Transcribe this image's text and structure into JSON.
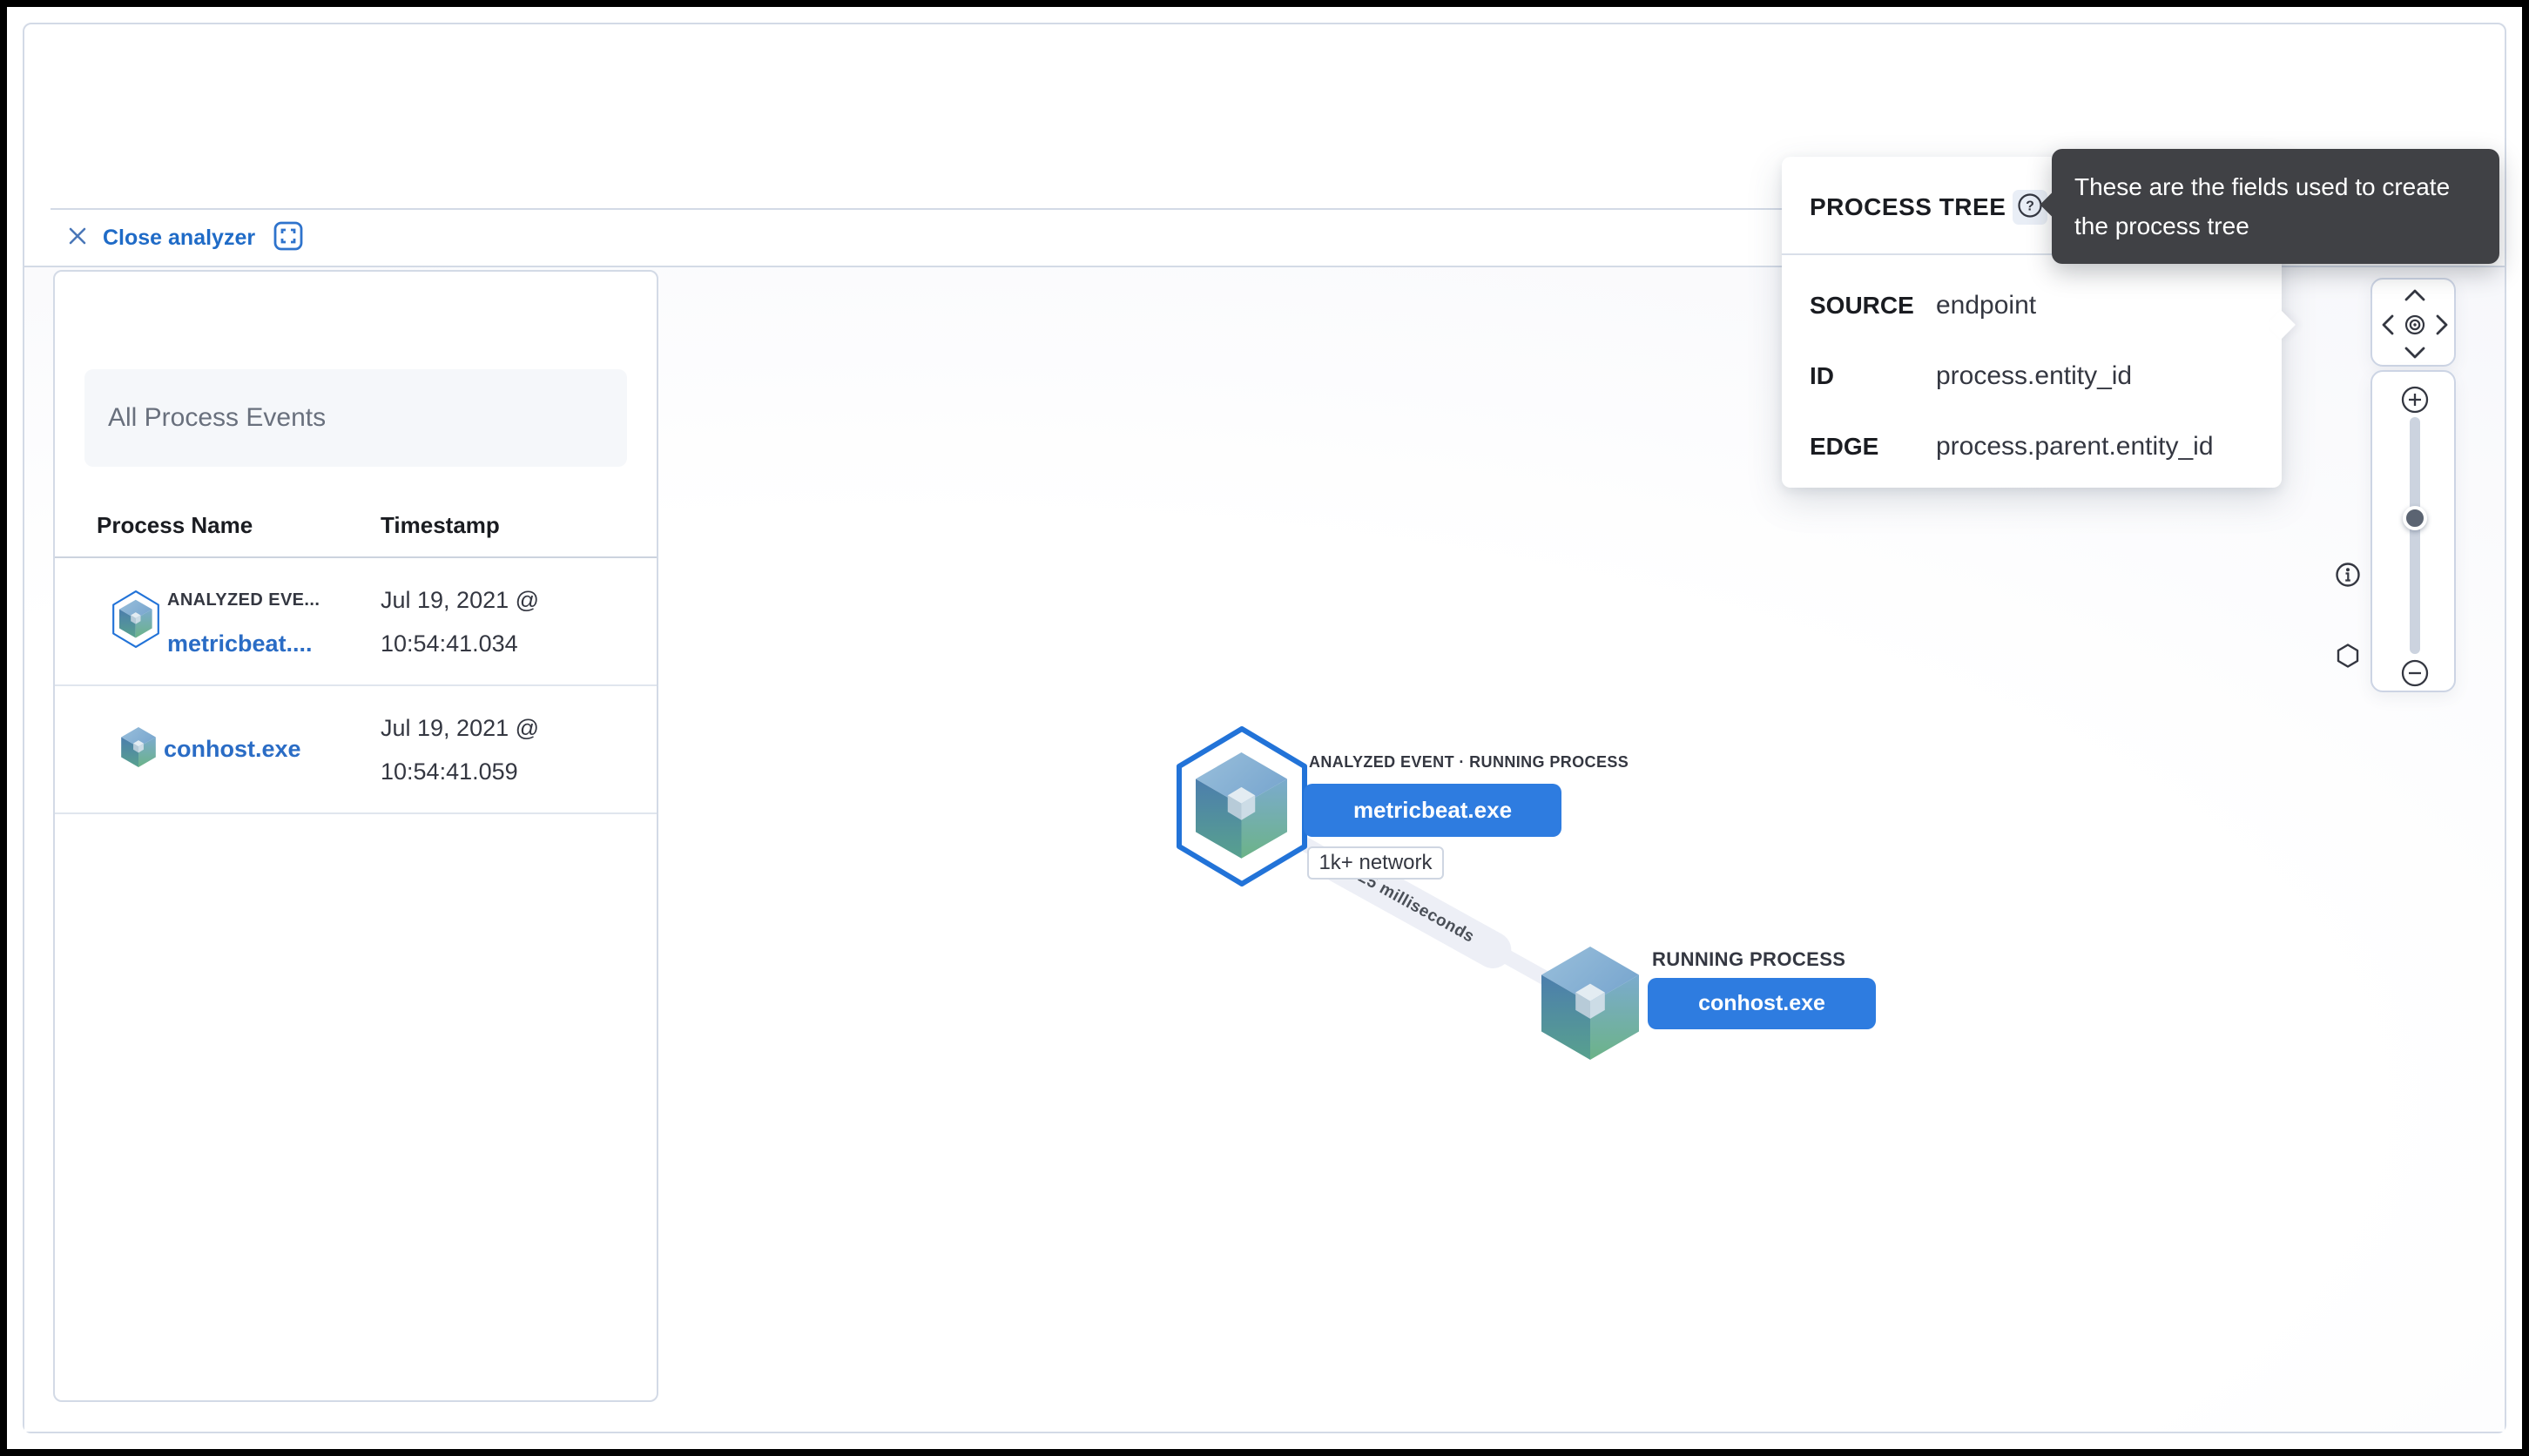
{
  "toolbar": {
    "close_label": "Close analyzer"
  },
  "left_panel": {
    "title": "All Process Events",
    "columns": {
      "name": "Process Name",
      "timestamp": "Timestamp"
    },
    "rows": [
      {
        "event_badge": "ANALYZED EVE...",
        "process_name": "metricbeat....",
        "timestamp_line1": "Jul 19, 2021 @",
        "timestamp_line2": "10:54:41.034"
      },
      {
        "process_name": "conhost.exe",
        "timestamp_line1": "Jul 19, 2021 @",
        "timestamp_line2": "10:54:41.059"
      }
    ]
  },
  "schema_popover": {
    "title": "PROCESS TREE",
    "fields": [
      {
        "label": "SOURCE",
        "value": "endpoint"
      },
      {
        "label": "ID",
        "value": "process.entity_id"
      },
      {
        "label": "EDGE",
        "value": "process.parent.entity_id"
      }
    ]
  },
  "tooltip": {
    "line1": "These are the fields used to create",
    "line2": "the process tree"
  },
  "graph": {
    "analyzed_node": {
      "label": "ANALYZED EVENT · RUNNING PROCESS",
      "name": "metricbeat.exe",
      "badge": "1k+ network"
    },
    "child_node": {
      "label": "RUNNING PROCESS",
      "name": "conhost.exe"
    },
    "edge_label": "25 milliseconds"
  },
  "colors": {
    "primary_blue": "#2e7ce0",
    "link_blue": "#2a6cc5",
    "hexagon_stroke": "#2273d8",
    "border": "#d3dae6",
    "tooltip_bg": "#404145",
    "text_dark": "#343741"
  }
}
